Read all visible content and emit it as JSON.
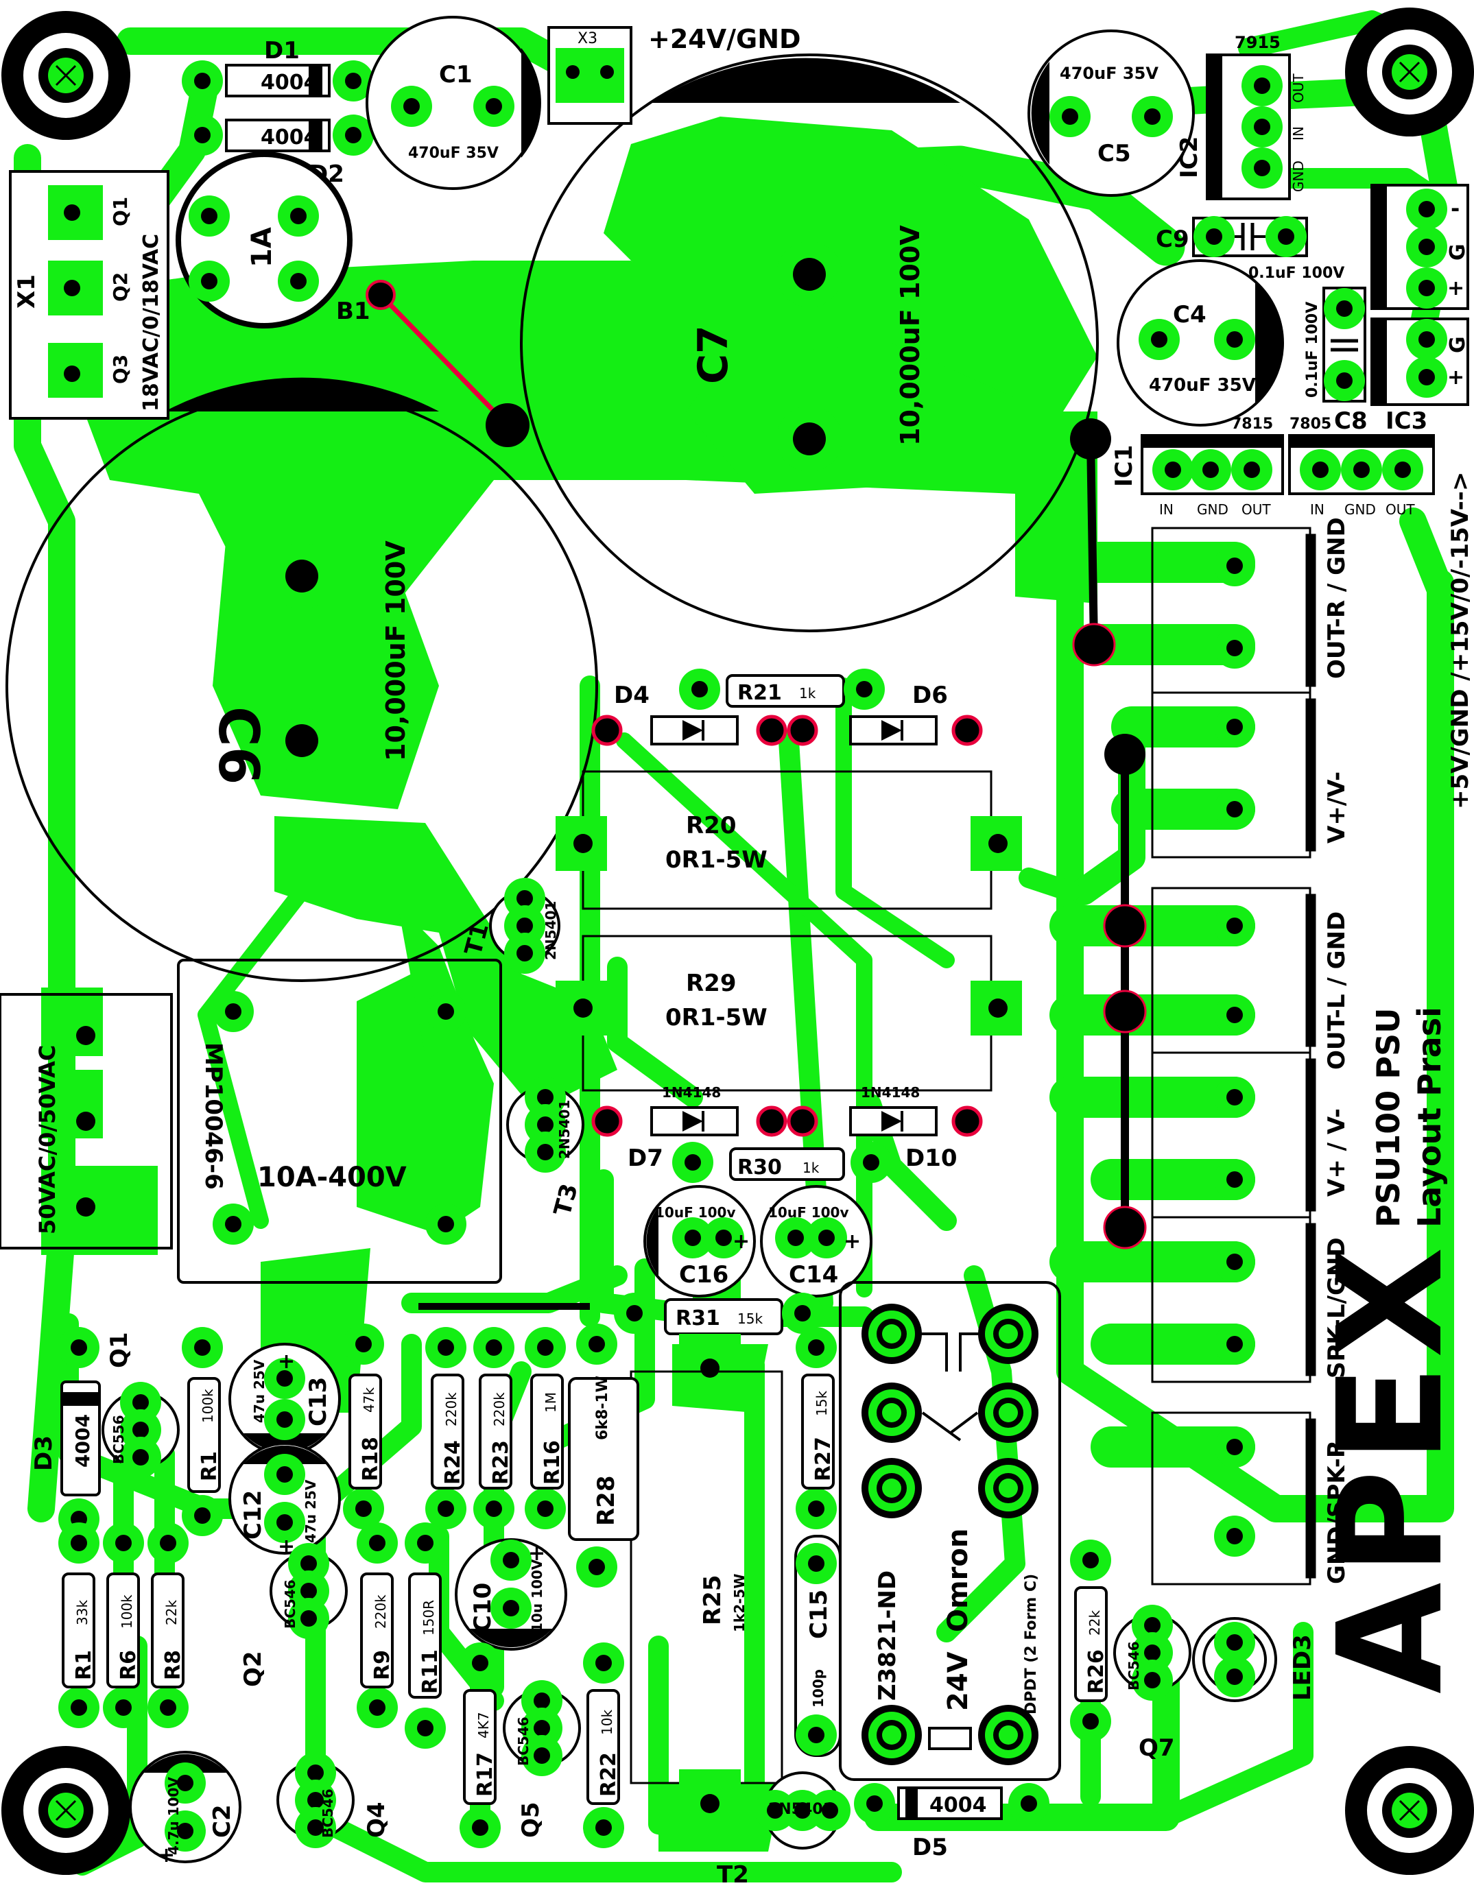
{
  "colors": {
    "copper": "#14ee14",
    "ink": "#000000",
    "jumper": "#e8003c",
    "board": "#ffffff"
  },
  "board": {
    "title": "PSU100 PSU",
    "subtitle": "Layout Prasi",
    "logo_text": "APEX"
  },
  "labels": {
    "supply_24v": "+24V/GND",
    "x1_side": "18VAC/0/18VAC",
    "x4_side": "50VAC/0/50VAC",
    "rails": "+5V/GND /+15V/0/-15V-->",
    "out_r": "OUT-R / GND",
    "vpm_1": "V+/V-",
    "out_l": "OUT-L / GND",
    "vpm_2": "V+ / V-",
    "spk_l": "SPK-L/GND",
    "spk_r": "GND/SPK-R"
  },
  "components": {
    "D1": "D1",
    "D1_val": "4004",
    "D2": "D2",
    "D2_val": "4004",
    "C1": "C1",
    "C1_val": "470uF 35V",
    "X3": "X3",
    "C5": "C5",
    "C5_val": "470uF 35V",
    "IC2_reg": "7915",
    "IC2": "IC2",
    "IC2_pins": [
      "OUT",
      "IN",
      "GND"
    ],
    "X1": "X1",
    "Q1_pin": "Q1",
    "Q2_pin": "Q2",
    "Q3_pin": "Q3",
    "B1": "B1",
    "B1_val": "1A",
    "C7": "C7",
    "C7_val": "10,000uF 100V",
    "C6": "C6",
    "C6_val": "10,000uF 100V",
    "C9": "C9",
    "C9_val": "0.1uF 100V",
    "C4": "C4",
    "C4_val": "470uF 35V",
    "C8": "C8",
    "C8_val": "0.1uF 100V",
    "IC1": "IC1",
    "IC1_reg": "7815",
    "IC3": "IC3",
    "IC3_reg": "7805",
    "reg_pins": [
      "IN",
      "GND",
      "OUT"
    ],
    "G": "G",
    "plus": "+",
    "minus": "-",
    "D4": "D4",
    "D6": "D6",
    "R21": "R21",
    "R21_val": "1k",
    "R20": "R20",
    "R20_val": "0R1-5W",
    "R29": "R29",
    "R29_val": "0R1-5W",
    "T1": "T1",
    "T1_val": "2N5401",
    "T3": "T3",
    "T3_val": "2N5401",
    "bridge": "MP10046-6",
    "bridge_val": "10A-400V",
    "D7": "D7",
    "D10": "D10",
    "d_1n4148": "1N4148",
    "R30": "R30",
    "R30_val": "1k",
    "C16": "C16",
    "C16_val": "10uF 100v",
    "C14": "C14",
    "C14_val": "10uF 100v",
    "R31": "R31",
    "R31_val": "15k",
    "Q1": "Q1",
    "Q1_val": "BC556",
    "D3": "D3",
    "D3_val": "4004",
    "R1a": "R1",
    "R1a_val": "100k",
    "C13": "C13",
    "C13_val": "47u 25V",
    "R18": "R18",
    "R18_val": "47k",
    "R24": "R24",
    "R24_val": "220k",
    "R23": "R23",
    "R23_val": "220k",
    "R16": "R16",
    "R16_val": "1M",
    "R28": "R28",
    "R28_val": "6k8-1W",
    "R27": "R27",
    "R27_val": "15k",
    "C12": "C12",
    "C12_val": "47u 25V",
    "R1b": "R1",
    "R1b_val": "33k",
    "R6": "R6",
    "R6_val": "100k",
    "R8": "R8",
    "R8_val": "22k",
    "Q2": "Q2",
    "Q2_val": "BC546",
    "R9": "R9",
    "R9_val": "220k",
    "R11": "R11",
    "R11_val": "150R",
    "C10": "C10",
    "C10_val": "10u 100V",
    "R25": "R25",
    "R25_val": "1k2-5W",
    "C15": "C15",
    "C15_val": "100p",
    "relay_model": "Z3821-ND",
    "relay_brand": "Omron",
    "relay_v": "24V",
    "relay_type": "DPDT (2 Form C)",
    "R26": "R26",
    "R26_val": "22k",
    "Q7": "Q7",
    "Q7_val": "BC546",
    "LED3": "LED3",
    "C2": "C2",
    "C2_val": "4.7u 100V",
    "Q4": "Q4",
    "Q4_val": "BC546",
    "R17": "R17",
    "R17_val": "4K7",
    "Q5": "Q5",
    "Q5_val": "BC546",
    "R22": "R22",
    "R22_val": "10k",
    "T2": "T2",
    "T2_val": "2N5401",
    "D5": "D5",
    "D5_val": "4004"
  }
}
